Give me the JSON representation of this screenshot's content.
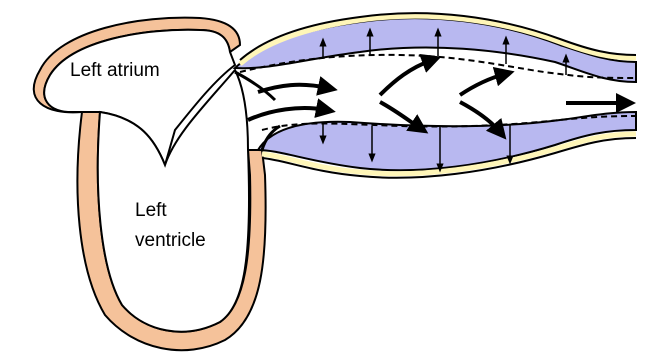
{
  "labels": {
    "left_atrium": "Left atrium",
    "left_ventricle_line1": "Left",
    "left_ventricle_line2": "ventricle"
  },
  "colors": {
    "heart_wall": "#f5c29a",
    "vessel_wall": "#b8b8f0",
    "vessel_lining": "#fff6b8",
    "outline": "#000000",
    "background": "#ffffff"
  }
}
